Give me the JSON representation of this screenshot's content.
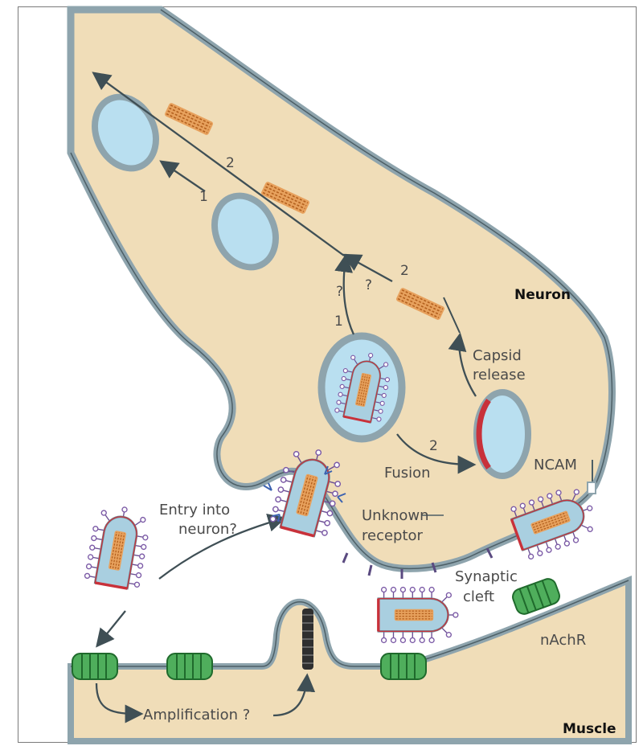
{
  "labels": {
    "neuron": "Neuron",
    "muscle": "Muscle",
    "capsid_release": [
      "Capsid",
      "release"
    ],
    "ncam": "NCAM",
    "fusion": "Fusion",
    "unknown_receptor": [
      "Unknown",
      "receptor"
    ],
    "entry": [
      "Entry into",
      "neuron?"
    ],
    "synaptic_cleft": [
      "Synaptic",
      "cleft"
    ],
    "nachr": "nAchR",
    "amplification": "Amplification ?"
  },
  "pathway_numbers": {
    "one_top": "1",
    "two_top": "2",
    "one_mid": "1",
    "two_mid": "2",
    "two_fusion": "2"
  },
  "question_marks": [
    "?",
    "?"
  ],
  "colors": {
    "neuron_fill": "#f0ddb8",
    "membrane": "#8ea4ad",
    "membrane_dark": "#4d5f66",
    "vesicle_fill": "#b9dff0",
    "capsid_orange": "#d98b3c",
    "receptor_green": "#4fae5c",
    "spike_purple": "#7b5aa6",
    "red_envelope": "#c8313a",
    "arrow": "#3f4f55"
  }
}
